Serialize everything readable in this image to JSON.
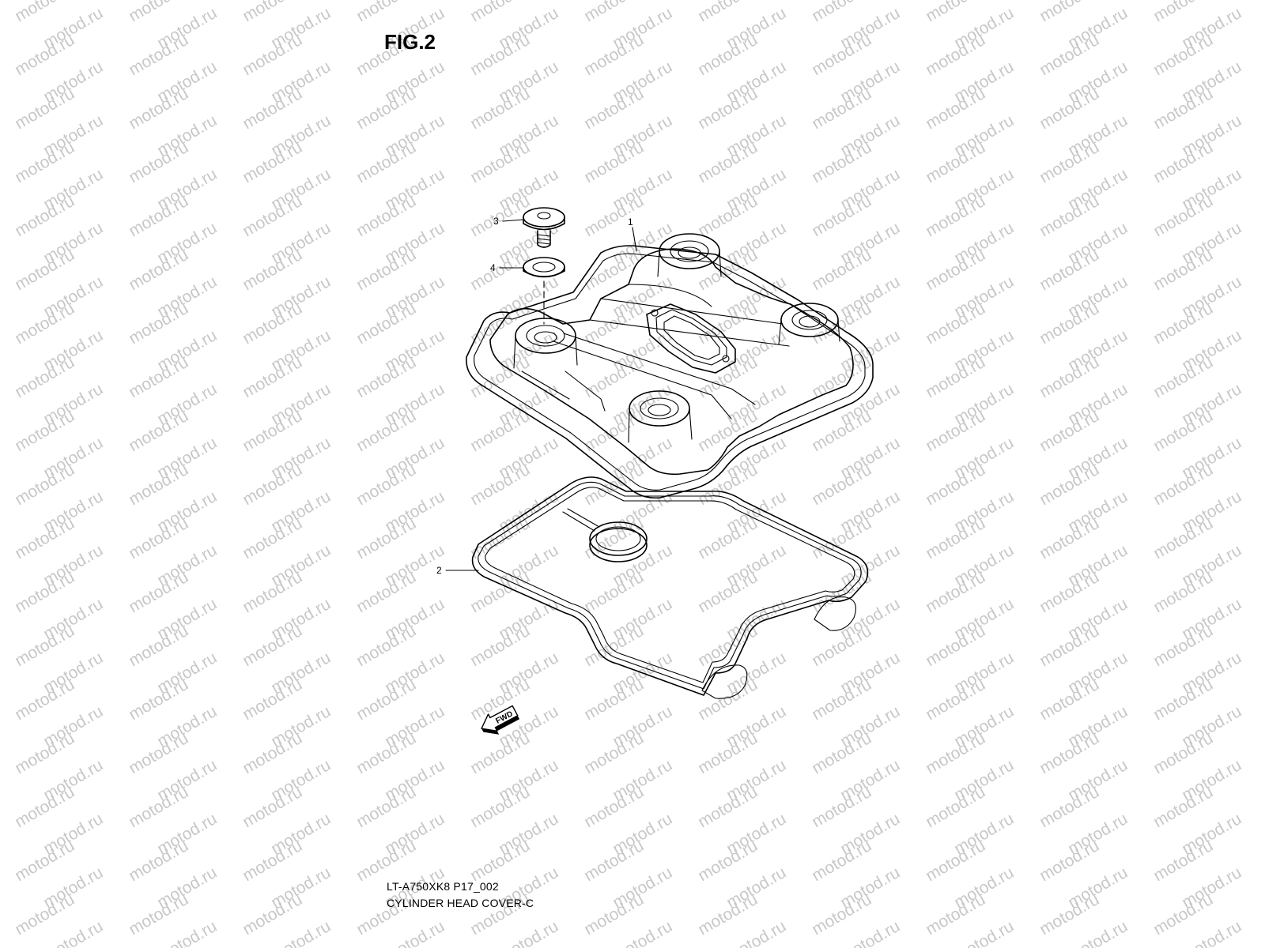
{
  "figure": {
    "title": "FIG.2",
    "code": "LT-A750XK8 P17_002",
    "name": "CYLINDER HEAD COVER-C"
  },
  "watermark": {
    "text": "motod.ru",
    "color": "#c8c8c8"
  },
  "callouts": [
    {
      "id": "1",
      "label": "1"
    },
    {
      "id": "2",
      "label": "2"
    },
    {
      "id": "3",
      "label": "3"
    },
    {
      "id": "4",
      "label": "4"
    }
  ],
  "direction_marker": {
    "label": "FWD"
  },
  "icons": {
    "fwd_arrow": "fwd-arrow-icon"
  }
}
